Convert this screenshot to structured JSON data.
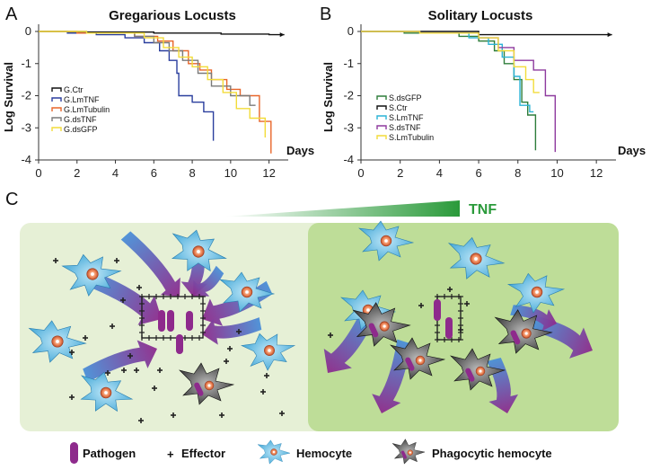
{
  "figure": {
    "panel_a": {
      "letter": "A",
      "title": "Gregarious Locusts",
      "ylabel": "Log Survival",
      "xlabel": "Days",
      "legend": [
        "G.Ctr",
        "G.LmTNF",
        "G.LmTubulin",
        "G.dsTNF",
        "G.dsGFP"
      ]
    },
    "panel_b": {
      "letter": "B",
      "title": "Solitary Locusts",
      "ylabel": "Log Survival",
      "xlabel": "Days",
      "legend": [
        "S.dsGFP",
        "S.Ctr",
        "S.LmTNF",
        "S.dsTNF",
        "S.LmTubulin"
      ]
    },
    "panel_c": {
      "letter": "C",
      "tnf_label": "TNF",
      "legend": {
        "pathogen": "Pathogen",
        "effector": "Effector",
        "hemocyte": "Hemocyte",
        "phagocytic": "Phagocytic hemocyte"
      }
    },
    "colors": {
      "ctr": "#111111",
      "lmtnf": "#2b3f9e",
      "lmtubulin": "#e8662a",
      "dstnf": "#7a7a7a",
      "dsgfp": "#f2dc3a",
      "s_dsgfp": "#2e7d3a",
      "s_lmtnf": "#2bb3d6",
      "s_dstnf": "#8e3a9e",
      "pathogen": "#8e2a8c",
      "hemocyte": "#4fb6e0",
      "panel_left_bg": "#e6f0d6",
      "panel_right_bg": "#bedd98"
    }
  },
  "chart_data": [
    {
      "type": "line",
      "title": "Gregarious Locusts",
      "xlabel": "Days",
      "ylabel": "Log Survival",
      "xlim": [
        0,
        13
      ],
      "ylim": [
        -4,
        0.2
      ],
      "xticks": [
        0,
        2,
        4,
        6,
        8,
        10,
        12
      ],
      "yticks": [
        0,
        -1,
        -2,
        -3,
        -4
      ],
      "legend_position": "lower-left",
      "series": [
        {
          "name": "G.Ctr",
          "color": "#111111",
          "steps": [
            [
              0,
              0
            ],
            [
              1.5,
              0
            ],
            [
              1.5,
              -0.02
            ],
            [
              6,
              -0.02
            ],
            [
              6,
              -0.05
            ],
            [
              9.5,
              -0.05
            ],
            [
              9.5,
              -0.08
            ],
            [
              12,
              -0.08
            ],
            [
              12,
              -0.1
            ],
            [
              12.8,
              -0.1
            ]
          ]
        },
        {
          "name": "G.LmTNF",
          "color": "#2b3f9e",
          "steps": [
            [
              0,
              0
            ],
            [
              1.5,
              0
            ],
            [
              1.5,
              -0.05
            ],
            [
              3,
              -0.05
            ],
            [
              3,
              -0.1
            ],
            [
              4.5,
              -0.1
            ],
            [
              4.5,
              -0.2
            ],
            [
              5.5,
              -0.2
            ],
            [
              5.5,
              -0.35
            ],
            [
              6.3,
              -0.35
            ],
            [
              6.3,
              -0.6
            ],
            [
              6.8,
              -0.6
            ],
            [
              6.8,
              -0.9
            ],
            [
              7.2,
              -0.9
            ],
            [
              7.2,
              -1.3
            ],
            [
              7.3,
              -1.3
            ],
            [
              7.3,
              -2.0
            ],
            [
              8,
              -2.0
            ],
            [
              8,
              -2.2
            ],
            [
              8.6,
              -2.2
            ],
            [
              8.6,
              -2.5
            ],
            [
              9.1,
              -2.5
            ],
            [
              9.1,
              -3.4
            ]
          ]
        },
        {
          "name": "G.LmTubulin",
          "color": "#e8662a",
          "steps": [
            [
              0,
              0
            ],
            [
              2,
              0
            ],
            [
              2,
              -0.05
            ],
            [
              5,
              -0.05
            ],
            [
              5,
              -0.15
            ],
            [
              6.2,
              -0.15
            ],
            [
              6.2,
              -0.3
            ],
            [
              7,
              -0.3
            ],
            [
              7,
              -0.6
            ],
            [
              7.8,
              -0.6
            ],
            [
              7.8,
              -1.0
            ],
            [
              8.4,
              -1.0
            ],
            [
              8.4,
              -1.2
            ],
            [
              9,
              -1.2
            ],
            [
              9,
              -1.5
            ],
            [
              9.8,
              -1.5
            ],
            [
              9.8,
              -1.8
            ],
            [
              10.5,
              -1.8
            ],
            [
              10.5,
              -2.0
            ],
            [
              11.5,
              -2.0
            ],
            [
              11.5,
              -2.8
            ],
            [
              12.1,
              -2.8
            ],
            [
              12.1,
              -3.8
            ]
          ]
        },
        {
          "name": "G.dsTNF",
          "color": "#7a7a7a",
          "steps": [
            [
              0,
              0
            ],
            [
              2.5,
              0
            ],
            [
              2.5,
              -0.05
            ],
            [
              5,
              -0.05
            ],
            [
              5,
              -0.15
            ],
            [
              6,
              -0.15
            ],
            [
              6,
              -0.35
            ],
            [
              6.8,
              -0.35
            ],
            [
              6.8,
              -0.6
            ],
            [
              7.5,
              -0.6
            ],
            [
              7.5,
              -0.9
            ],
            [
              8.3,
              -0.9
            ],
            [
              8.3,
              -1.3
            ],
            [
              9,
              -1.3
            ],
            [
              9,
              -1.7
            ],
            [
              10,
              -1.7
            ],
            [
              10,
              -2.0
            ],
            [
              11,
              -2.0
            ],
            [
              11,
              -2.3
            ],
            [
              11.3,
              -2.3
            ]
          ]
        },
        {
          "name": "G.dsGFP",
          "color": "#f2dc3a",
          "steps": [
            [
              0,
              0
            ],
            [
              2.5,
              0
            ],
            [
              2.5,
              -0.05
            ],
            [
              5.5,
              -0.05
            ],
            [
              5.5,
              -0.2
            ],
            [
              6.5,
              -0.2
            ],
            [
              6.5,
              -0.5
            ],
            [
              7.3,
              -0.5
            ],
            [
              7.3,
              -0.8
            ],
            [
              8,
              -0.8
            ],
            [
              8,
              -1.1
            ],
            [
              8.8,
              -1.1
            ],
            [
              8.8,
              -1.5
            ],
            [
              9.6,
              -1.5
            ],
            [
              9.6,
              -1.9
            ],
            [
              10.3,
              -1.9
            ],
            [
              10.3,
              -2.4
            ],
            [
              11,
              -2.4
            ],
            [
              11,
              -2.7
            ],
            [
              11.8,
              -2.7
            ],
            [
              11.8,
              -3.3
            ]
          ]
        }
      ]
    },
    {
      "type": "line",
      "title": "Solitary Locusts",
      "xlabel": "Days",
      "ylabel": "Log Survival",
      "xlim": [
        0,
        13
      ],
      "ylim": [
        -4,
        0.2
      ],
      "xticks": [
        0,
        2,
        4,
        6,
        8,
        10,
        12
      ],
      "yticks": [
        0,
        -1,
        -2,
        -3,
        -4
      ],
      "legend_position": "lower-left",
      "series": [
        {
          "name": "S.dsGFP",
          "color": "#2e7d3a",
          "steps": [
            [
              0,
              0
            ],
            [
              2.2,
              0
            ],
            [
              2.2,
              -0.05
            ],
            [
              5,
              -0.05
            ],
            [
              5,
              -0.15
            ],
            [
              6,
              -0.15
            ],
            [
              6,
              -0.3
            ],
            [
              6.8,
              -0.3
            ],
            [
              6.8,
              -0.6
            ],
            [
              7.3,
              -0.6
            ],
            [
              7.3,
              -1.0
            ],
            [
              7.8,
              -1.0
            ],
            [
              7.8,
              -1.5
            ],
            [
              8.2,
              -1.5
            ],
            [
              8.2,
              -2.2
            ],
            [
              8.5,
              -2.2
            ],
            [
              8.5,
              -2.6
            ],
            [
              8.9,
              -2.6
            ],
            [
              8.9,
              -3.7
            ]
          ]
        },
        {
          "name": "S.Ctr",
          "color": "#111111",
          "steps": [
            [
              0,
              0
            ],
            [
              6,
              0
            ],
            [
              6,
              -0.1
            ],
            [
              12.8,
              -0.1
            ]
          ]
        },
        {
          "name": "S.LmTNF",
          "color": "#2bb3d6",
          "steps": [
            [
              0,
              0
            ],
            [
              3,
              0
            ],
            [
              3,
              -0.05
            ],
            [
              5.5,
              -0.05
            ],
            [
              5.5,
              -0.2
            ],
            [
              6.5,
              -0.2
            ],
            [
              6.5,
              -0.4
            ],
            [
              7.2,
              -0.4
            ],
            [
              7.2,
              -0.8
            ],
            [
              7.8,
              -0.8
            ],
            [
              7.8,
              -1.4
            ],
            [
              8.1,
              -1.4
            ],
            [
              8.1,
              -2.3
            ],
            [
              8.6,
              -2.3
            ],
            [
              8.6,
              -2.5
            ],
            [
              8.8,
              -2.5
            ]
          ]
        },
        {
          "name": "S.dsTNF",
          "color": "#8e3a9e",
          "steps": [
            [
              0,
              0
            ],
            [
              3,
              0
            ],
            [
              3,
              -0.05
            ],
            [
              6,
              -0.05
            ],
            [
              6,
              -0.2
            ],
            [
              7,
              -0.2
            ],
            [
              7,
              -0.5
            ],
            [
              7.8,
              -0.5
            ],
            [
              7.8,
              -0.9
            ],
            [
              8.8,
              -0.9
            ],
            [
              8.8,
              -1.2
            ],
            [
              9.4,
              -1.2
            ],
            [
              9.4,
              -2.0
            ],
            [
              9.9,
              -2.0
            ],
            [
              9.9,
              -3.75
            ]
          ]
        },
        {
          "name": "S.LmTubulin",
          "color": "#f2dc3a",
          "steps": [
            [
              0,
              0
            ],
            [
              3,
              0
            ],
            [
              3,
              -0.05
            ],
            [
              6,
              -0.05
            ],
            [
              6,
              -0.2
            ],
            [
              7,
              -0.2
            ],
            [
              7,
              -0.6
            ],
            [
              7.8,
              -0.6
            ],
            [
              7.8,
              -1.1
            ],
            [
              8.4,
              -1.1
            ],
            [
              8.4,
              -1.5
            ],
            [
              8.8,
              -1.5
            ],
            [
              8.8,
              -1.9
            ],
            [
              9.1,
              -1.9
            ]
          ]
        }
      ]
    }
  ]
}
